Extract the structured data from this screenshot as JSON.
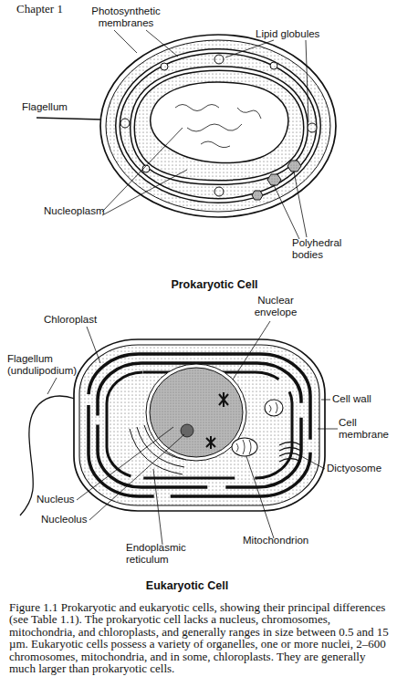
{
  "diagram": {
    "caption": "Figure 1.1 Prokaryotic and eukaryotic cells, showing their principal differences (see Table 1.1). The prokaryotic cell lacks a nucleus, chromosomes, mitochondria, and chloroplasts, and generally ranges in size between 0.5 and 15 µm. Eukaryotic cells possess a variety of organelles, one or more nuclei, 2–600 chromosomes, mitochondria, and in some, chloroplasts. They are generally much larger than prokaryotic cells.",
    "labels": [
      "Chapter 1",
      "Photosynthetic membranes",
      "Lipid globules",
      "Flagellum",
      "Nucleoplasm",
      "Polyhedral bodies",
      "Prokaryotic Cell",
      "Chloroplast",
      "Nuclear envelope",
      "Flagellum (undulipodium)",
      "Cell wall",
      "Cell membrane",
      "Nucleus",
      "Dictyosome",
      "Nucleolus",
      "Mitochondrion",
      "Endoplasmic reticulum",
      "Eukaryotic Cell"
    ]
  }
}
